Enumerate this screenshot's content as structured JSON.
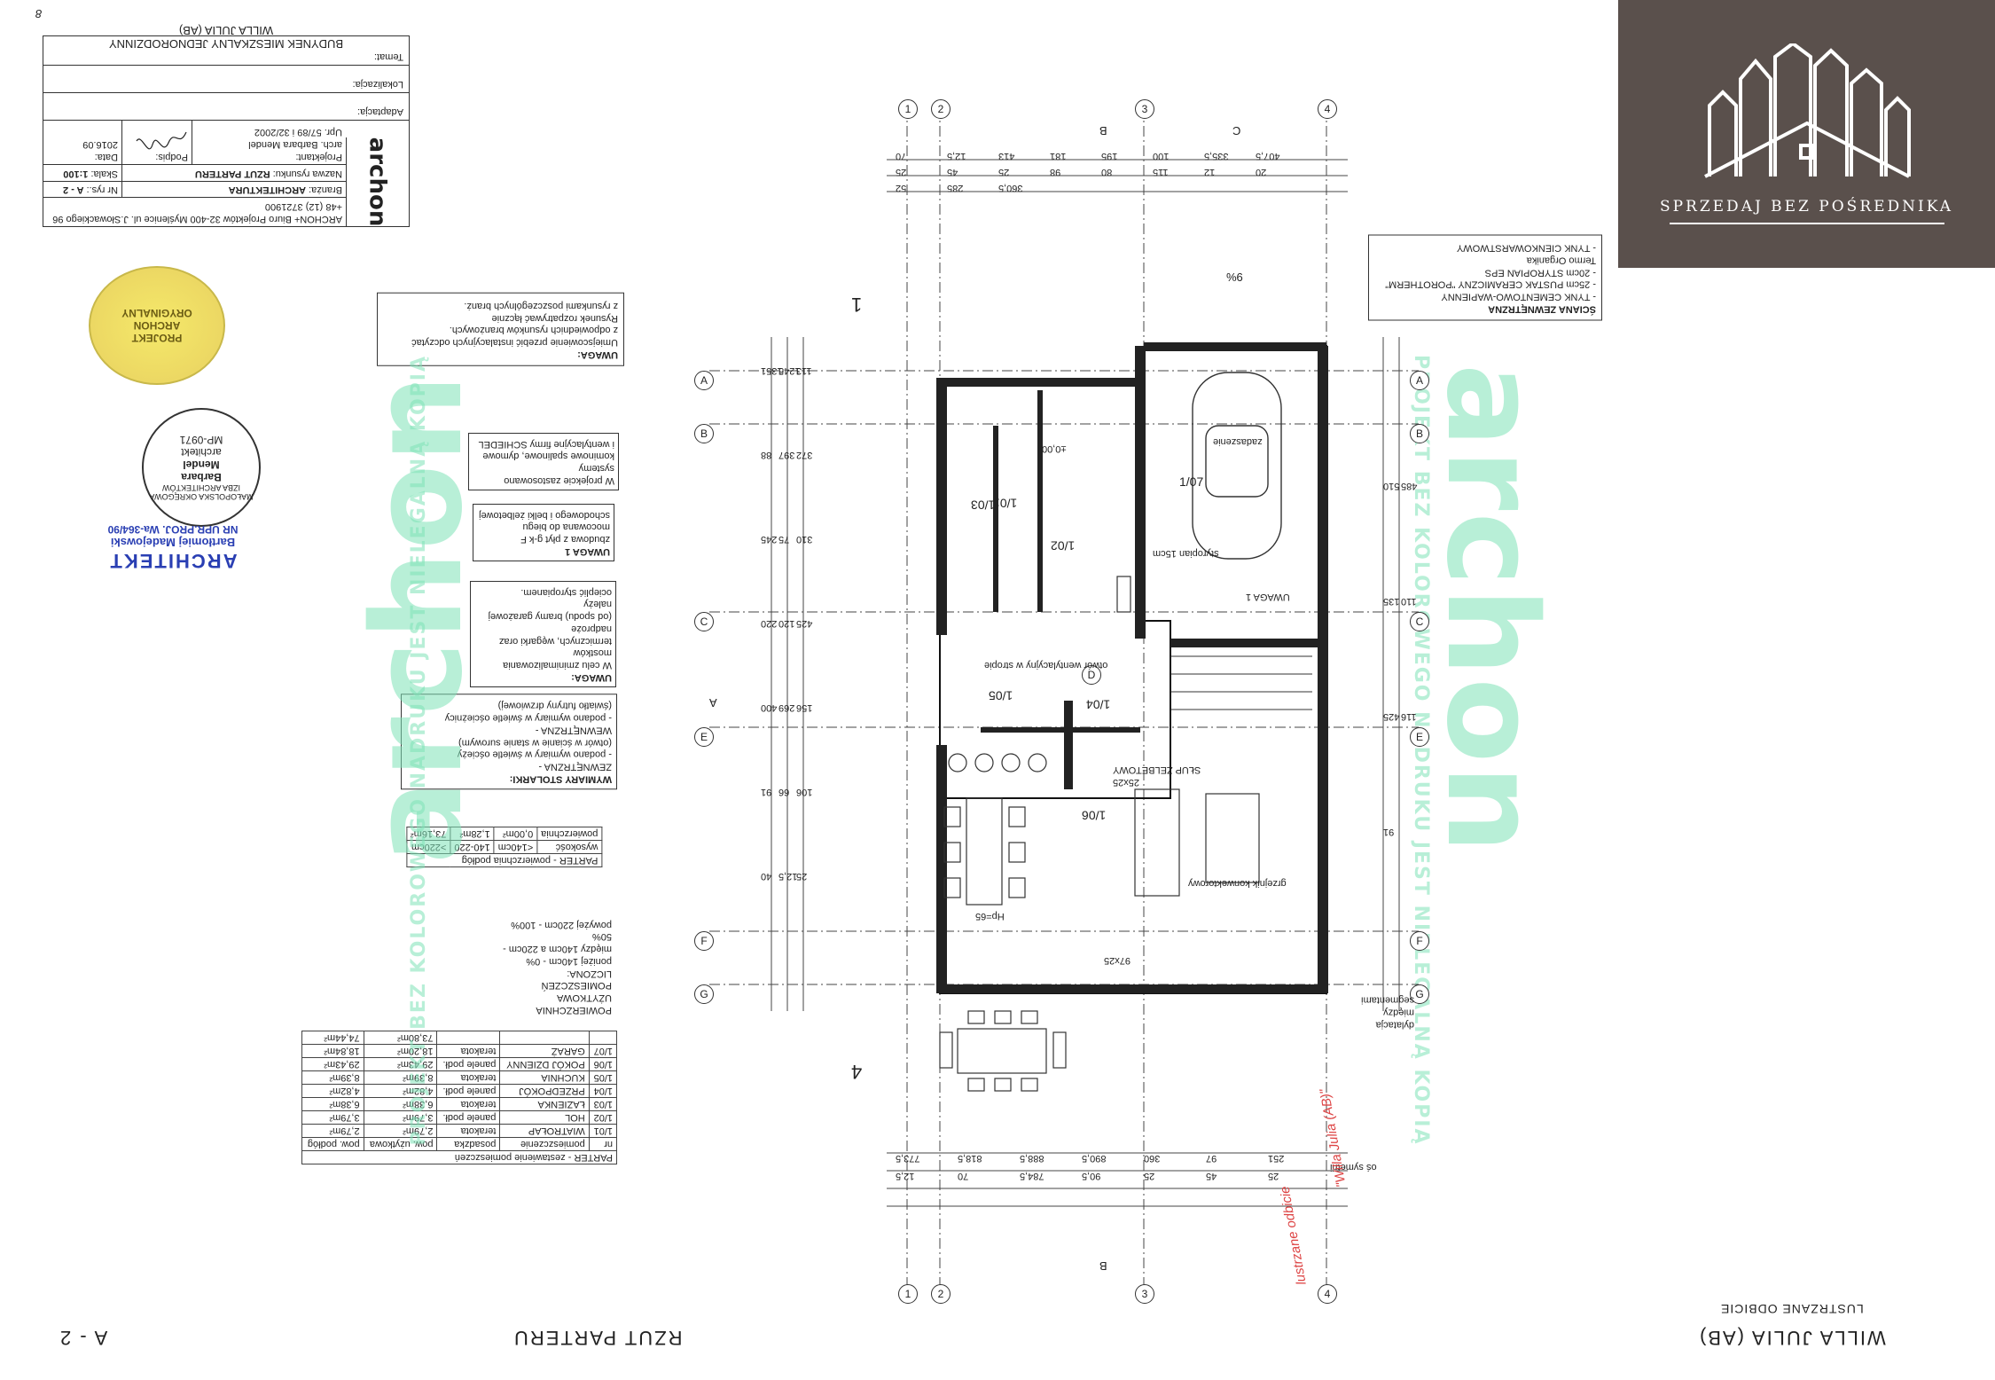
{
  "badge": {
    "text": "SPRZEDAJ BEZ POŚREDNIKA",
    "bg": "#5a504c"
  },
  "page_marker": "8",
  "title_block": {
    "temat_label": "Temat:",
    "temat": "BUDYNEK MIESZKALNY JEDNORODZINNY",
    "obiekt": "WILLA JULIA (AB)",
    "lokalizacja_label": "Lokalizacja:",
    "adaptacja_label": "Adaptacja:",
    "company": "archon",
    "company_addr": "ARCHON+ Biuro Projektów  32-400 Myślenice  ul. J.Słowackiego 96  +48 (12) 3721900",
    "branza_label": "Branża:",
    "branza": "ARCHITEKTURA",
    "nr_rys_label": "Nr rys.:",
    "nr_rys": "A - 2",
    "nazwa_rys_label": "Nazwa rysunku:",
    "nazwa_rys": "RZUT PARTERU",
    "skala_label": "Skala:",
    "skala": "1:100",
    "projektant_label": "Projektant:",
    "projektant": "arch. Barbara Mendel",
    "upr": "Upr. 57/89 i 32/2002",
    "podpis_label": "Podpis:",
    "data_label": "Data:",
    "data": "2016.09"
  },
  "uwaga_box": {
    "title": "UWAGA:",
    "lines": [
      "Umiejscowienie przebić instalacyjnych odczytać",
      "z odpowiednich rysunków branżowych.",
      "Rysunek rozpatrywać łącznie",
      "z rysunkami poszczególnych branż."
    ]
  },
  "scheidel_note": [
    "W projekcie zastosowano systemy",
    "kominowe spalinowe, dymowe",
    "i wentylacyjne firmy SCHIEDEL"
  ],
  "uwaga1_box": {
    "title": "UWAGA 1",
    "lines": [
      "zbudowa z płyt g-k F",
      "mocowana do biegu",
      "schodowego i belki żelbetowej"
    ]
  },
  "uwaga_mostek": {
    "title": "UWAGA:",
    "lines": [
      "W celu zminimalizowania mostków",
      "termicznych, węgarki oraz nadproże",
      "(od spodu) bramy garażowej należy",
      "ocieplić styropianem."
    ]
  },
  "stolarka_box": {
    "title": "WYMIARY STOLARKI:",
    "lines": [
      "ZEWNĘTRZNA -",
      "- podano wymiary w świetle ościeży",
      "(otwór w ścianie w stanie surowym)",
      "WEWNĘTRZNA -",
      "- podano wymiary w świetle ościeżnicy",
      "(światło futryny drzwiowej)"
    ]
  },
  "floor_height_table": {
    "head": [
      "PARTER - powierzchnia podłóg"
    ],
    "rows": [
      [
        "wysokość",
        "<140cm",
        "140-220",
        ">220cm"
      ],
      [
        "powierzchnia",
        "0,00m²",
        "1,28m²",
        "73,16m²"
      ]
    ]
  },
  "uzytkowa_note": {
    "title": "POWIERZCHNIA UŻYTKOWA",
    "lines": [
      "POMIESZCZEŃ LICZONA:",
      "poniżej 140cm - 0%",
      "między 140cm a 220cm - 50%",
      "powyżej 220cm - 100%"
    ]
  },
  "rooms_table": {
    "title": "PARTER - zestawienie pomieszczeń",
    "headers": [
      "nr",
      "pomieszczenie",
      "posadzka",
      "pow. użytkowa",
      "pow. podłóg"
    ],
    "rows": [
      [
        "1/01",
        "WIATROŁAP",
        "terakota",
        "2,79m²",
        "2,79m²"
      ],
      [
        "1/02",
        "HOL",
        "panele podł.",
        "3,79m²",
        "3,79m²"
      ],
      [
        "1/03",
        "ŁAZIENKA",
        "terakota",
        "6,38m²",
        "6,38m²"
      ],
      [
        "1/04",
        "PRZEDPOKÓJ",
        "panele podł.",
        "4,82m²",
        "4,82m²"
      ],
      [
        "1/05",
        "KUCHNIA",
        "terakota",
        "8,39m²",
        "8,39m²"
      ],
      [
        "1/06",
        "POKÓJ DZIENNY",
        "panele podł.",
        "29,43m²",
        "29,43m²"
      ],
      [
        "1/07",
        "GARAŻ",
        "terakota",
        "18,20m²",
        "18,84m²"
      ]
    ],
    "totals": [
      "73,80m²",
      "74,44m²"
    ]
  },
  "stamp_architect": {
    "ring": "MAŁOPOLSKA OKRĘGOWA IZBA ARCHITEKTÓW",
    "name": [
      "Barbara",
      "Mendel",
      "architekt",
      "MP-0971"
    ]
  },
  "stamp_blue": {
    "title": "ARCHITEKT",
    "name": "Bartłomiej Madejowski",
    "nr": "NR UPR.PROJ. Wa-364/90"
  },
  "stamp_orig": {
    "text": "PROJEKT ARCHON ORYGINALNY"
  },
  "watermark": {
    "word": "archon",
    "line": "PROJEKT BEZ KOLOROWEGO NADRUKU JEST NIELEGALNĄ KOPIĄ",
    "color": "#7fe3b8"
  },
  "exterior_wall": {
    "title": "ŚCIANA ZEWNĘTRZNA",
    "lines": [
      "- TYNK CEMENTOWO-WAPIENNY",
      "- 25cm PUSTAK CERAMICZNY \"POROTHERM\"",
      "- 20cm STYROPIAN EPS",
      "Termo Organika",
      "- TYNK CIENKOWARSTWOWY"
    ]
  },
  "axes_letters": [
    "A",
    "B",
    "C",
    "D",
    "E",
    "F",
    "G"
  ],
  "axes_numbers": [
    "1",
    "2",
    "3",
    "4"
  ],
  "rooms": [
    {
      "id": "1/07",
      "area": "18,20 m²",
      "name": "GARAŻ"
    },
    {
      "id": "1/01",
      "area": "2,79"
    },
    {
      "id": "1/02",
      "area": "3,79"
    },
    {
      "id": "1/03",
      "area": "6,38"
    },
    {
      "id": "1/04",
      "area": "4,82"
    },
    {
      "id": "1/05",
      "area": "8,39"
    },
    {
      "id": "1/06",
      "area": "29,43"
    }
  ],
  "plan_labels": {
    "slup": "SŁUP ŻELBETOWY",
    "slup_dim": "25x25",
    "slup_dim2": "97x25",
    "grzejnik": "grzejnik konwektorowy",
    "otwor": "otwór wentylacyjny w stropie",
    "zadaszenie": "zadaszenie",
    "styropian": "styropian 15cm",
    "dylatacja": "dylatacja między segmentami",
    "os_symetrii": "oś symetrii",
    "uwaga1": "UWAGA 1",
    "plus_zero": "±0,00",
    "hp": "Hp=65",
    "section_A": "A",
    "section_B": "B",
    "section_C": "C",
    "pct": "9%"
  },
  "dims_top": [
    "70",
    "12,5",
    "413",
    "181",
    "195",
    "100",
    "335,5",
    "407,5",
    "25",
    "45",
    "25",
    "98",
    "80",
    "115",
    "12",
    "20",
    "52",
    "285",
    "360,5"
  ],
  "dims_bottom": [
    "773,5",
    "818,5",
    "888,5",
    "890,5",
    "360",
    "97",
    "251",
    "12,5",
    "70",
    "784,5",
    "90,5",
    "25",
    "45",
    "25"
  ],
  "dims_left": [
    "1351",
    "1245",
    "113",
    "88",
    "397",
    "372",
    "245",
    "75",
    "310",
    "220",
    "120",
    "425",
    "400",
    "269",
    "156",
    "91",
    "66",
    "106",
    "40",
    "12,5",
    "25"
  ],
  "dims_right": [
    "510",
    "485",
    "135",
    "110",
    "425",
    "116",
    "91"
  ],
  "footer": {
    "left_code": "A - 2",
    "center_title": "RZUT PARTERU",
    "right_name": "WILLA JULIA (AB)",
    "right_sub": "LUSTRZANE ODBICIE"
  },
  "handwriting": [
    "\"Willa Julia (AB)\"",
    "lustrzane odbicie"
  ]
}
